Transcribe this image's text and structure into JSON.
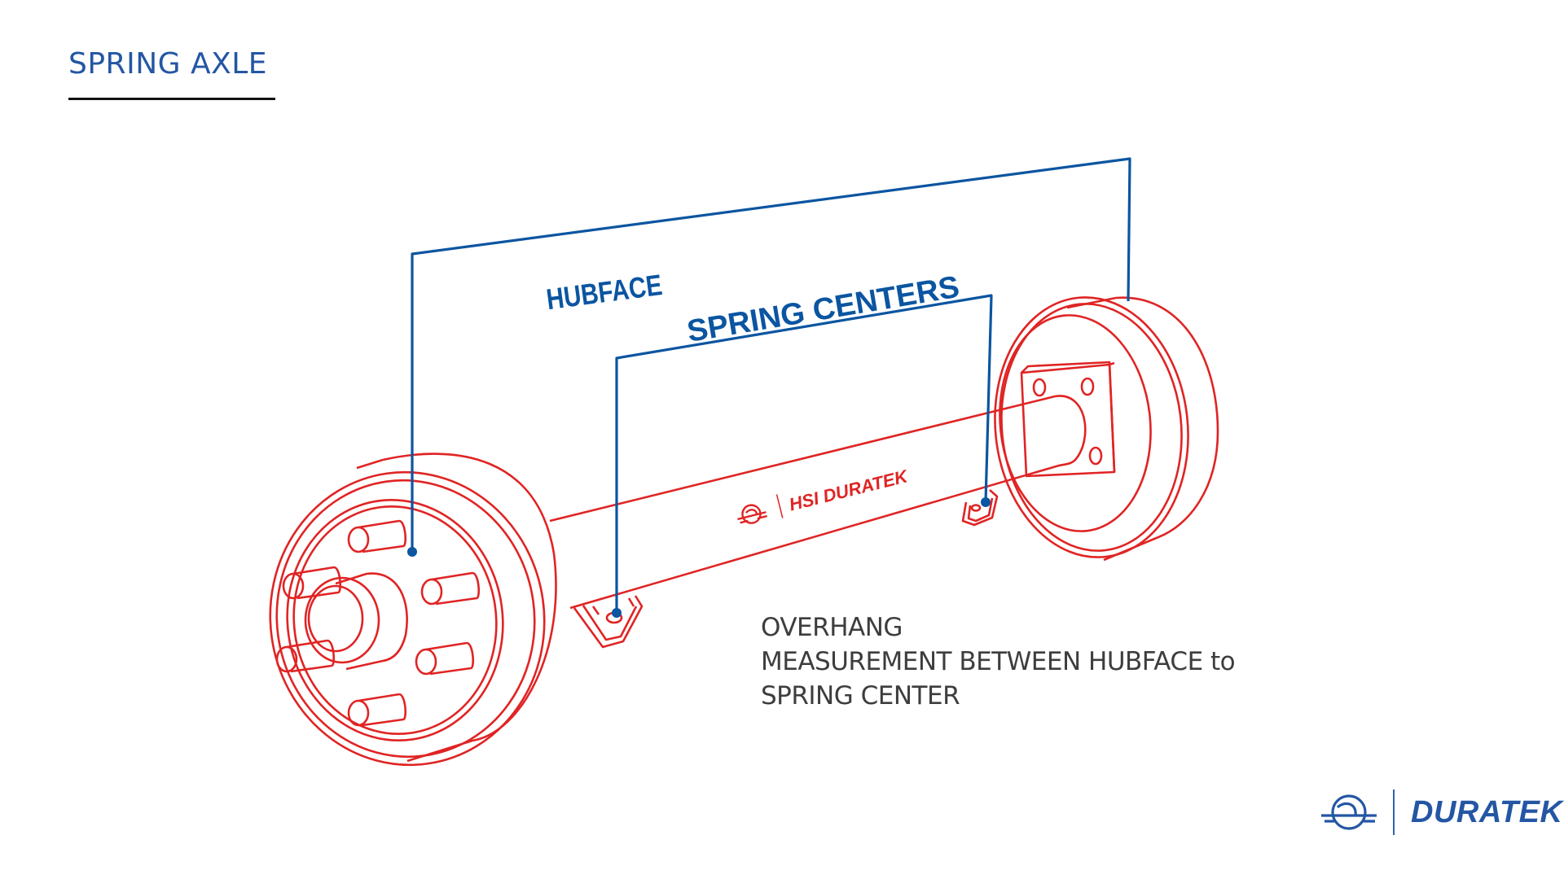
{
  "page": {
    "title": "SPRING AXLE"
  },
  "diagram": {
    "labels": {
      "hubface": "HUBFACE",
      "spring_centers": "SPRING CENTERS",
      "axle_branding": "HSI DURATEK"
    },
    "colors": {
      "dimension_line": "#0b55a1",
      "axle_outline": "#e02424",
      "title": "#2456a4",
      "note_text": "#3d3d3d"
    }
  },
  "note": {
    "lines": [
      "OVERHANG",
      "MEASUREMENT BETWEEN HUBFACE to",
      "SPRING CENTER"
    ]
  },
  "brand": {
    "name": "DURATEK",
    "icon": "duratek-logo-icon"
  }
}
